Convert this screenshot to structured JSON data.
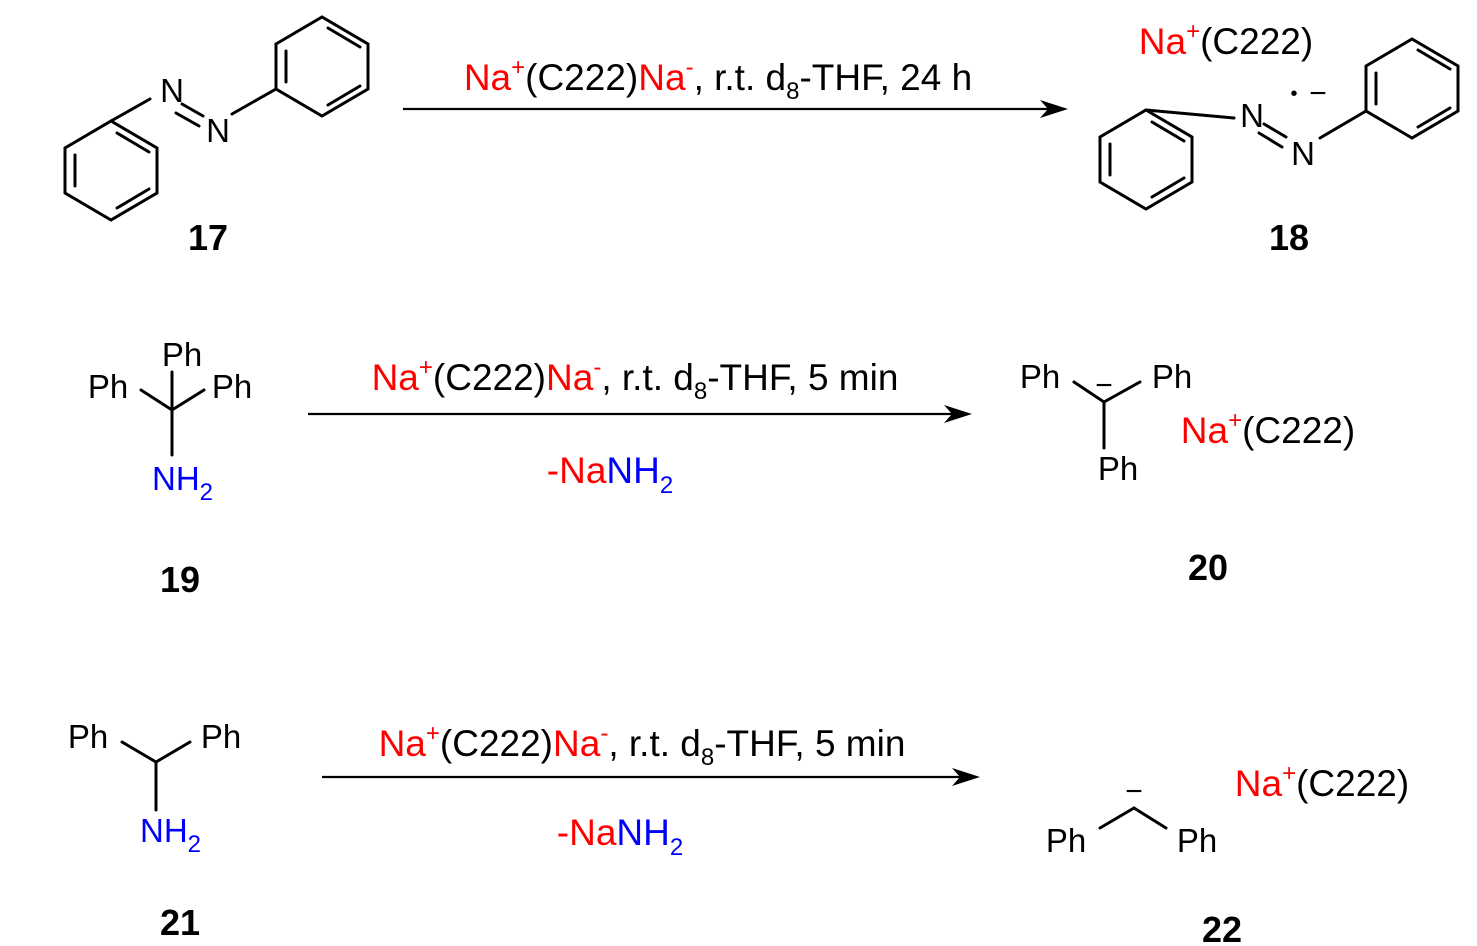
{
  "colors": {
    "sodium": "#ff0000",
    "nitrogen": "#0000ff",
    "ink": "#000000"
  },
  "atoms": {
    "N": "N",
    "Ph": "Ph",
    "NH": "NH",
    "H2sub": "2",
    "minus": "−",
    "dot": "•"
  },
  "reagent": {
    "na": "Na",
    "plus": "+",
    "c222": "(C222)",
    "minus_sup": "-",
    "rt": ", r.t. d",
    "sub8": "8",
    "thf": "-THF, ",
    "times": [
      "24 h",
      "5 min",
      "5 min"
    ]
  },
  "byproduct": {
    "dash": "-",
    "na": "Na",
    "nh": "NH",
    "sub": "2"
  },
  "labels": {
    "c17": "17",
    "c18": "18",
    "c19": "19",
    "c20": "20",
    "c21": "21",
    "c22": "22"
  }
}
